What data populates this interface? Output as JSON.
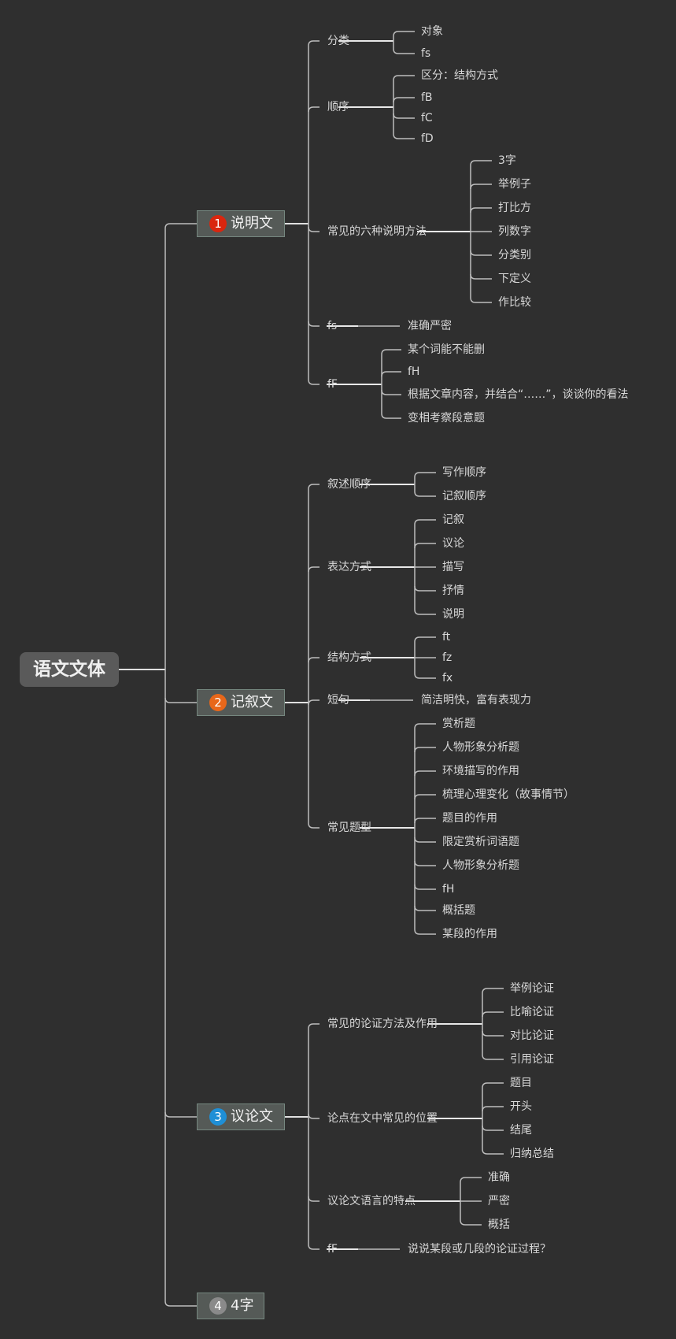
{
  "root": "语文文体",
  "branches": [
    {
      "badge": "1",
      "badge_color": "#d9260f",
      "label": "说明文",
      "children": [
        {
          "label": "分类",
          "children": [
            "对象",
            "fs"
          ]
        },
        {
          "label": "顺序",
          "children": [
            "区分：结构方式",
            "fB",
            "fC",
            "fD"
          ]
        },
        {
          "label": "常见的六种说明方法",
          "children": [
            "3字",
            "举例子",
            "打比方",
            "列数字",
            "分类别",
            "下定义",
            "作比较"
          ]
        },
        {
          "label": "fs",
          "children": [
            "准确严密"
          ]
        },
        {
          "label": "fF",
          "children": [
            "某个词能不能删",
            "fH",
            "根据文章内容，并结合“……”，谈谈你的看法",
            "变相考察段意题"
          ]
        }
      ]
    },
    {
      "badge": "2",
      "badge_color": "#e8671a",
      "label": "记叙文",
      "children": [
        {
          "label": "叙述顺序",
          "children": [
            "写作顺序",
            "记叙顺序"
          ]
        },
        {
          "label": "表达方式",
          "children": [
            "记叙",
            "议论",
            "描写",
            "抒情",
            "说明"
          ]
        },
        {
          "label": "结构方式",
          "children": [
            "ft",
            "fz",
            "fx"
          ]
        },
        {
          "label": "短句",
          "children": [
            "简洁明快，富有表现力"
          ]
        },
        {
          "label": "常见题型",
          "children": [
            "赏析题",
            "人物形象分析题",
            "环境描写的作用",
            "梳理心理变化（故事情节）",
            "题目的作用",
            "限定赏析词语题",
            "人物形象分析题",
            "fH",
            "概括题",
            "某段的作用"
          ]
        }
      ]
    },
    {
      "badge": "3",
      "badge_color": "#1f8fd6",
      "label": "议论文",
      "children": [
        {
          "label": "常见的论证方法及作用",
          "children": [
            "举例论证",
            "比喻论证",
            "对比论证",
            "引用论证"
          ]
        },
        {
          "label": "论点在文中常见的位置",
          "children": [
            "题目",
            "开头",
            "结尾",
            "归纳总结"
          ]
        },
        {
          "label": "议论文语言的特点",
          "children": [
            "准确",
            "严密",
            "概括"
          ]
        },
        {
          "label": "fF",
          "children": [
            "说说某段或几段的论证过程？"
          ]
        }
      ]
    },
    {
      "badge": "4",
      "badge_color": "#8a8a8a",
      "label": "4字",
      "children": []
    }
  ]
}
